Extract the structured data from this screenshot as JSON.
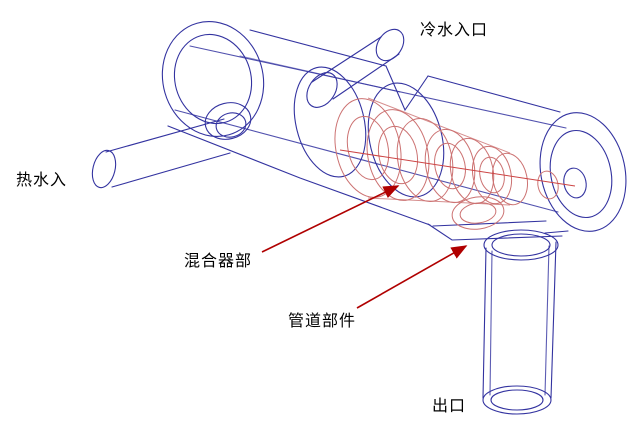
{
  "diagram": {
    "title": "water-mixer-wireframe",
    "labels": {
      "cold_water_inlet": "冷水入口",
      "hot_water_inlet": "热水入",
      "mixer_section": "混合器部",
      "pipe_component": "管道部件",
      "outlet": "出口"
    },
    "colors": {
      "wireframe": "#3333a0",
      "mixer_internals": "#cc7272",
      "mixer_axis": "#cc4444",
      "arrow": "#b00000",
      "text": "#000000",
      "background": "#ffffff"
    }
  }
}
